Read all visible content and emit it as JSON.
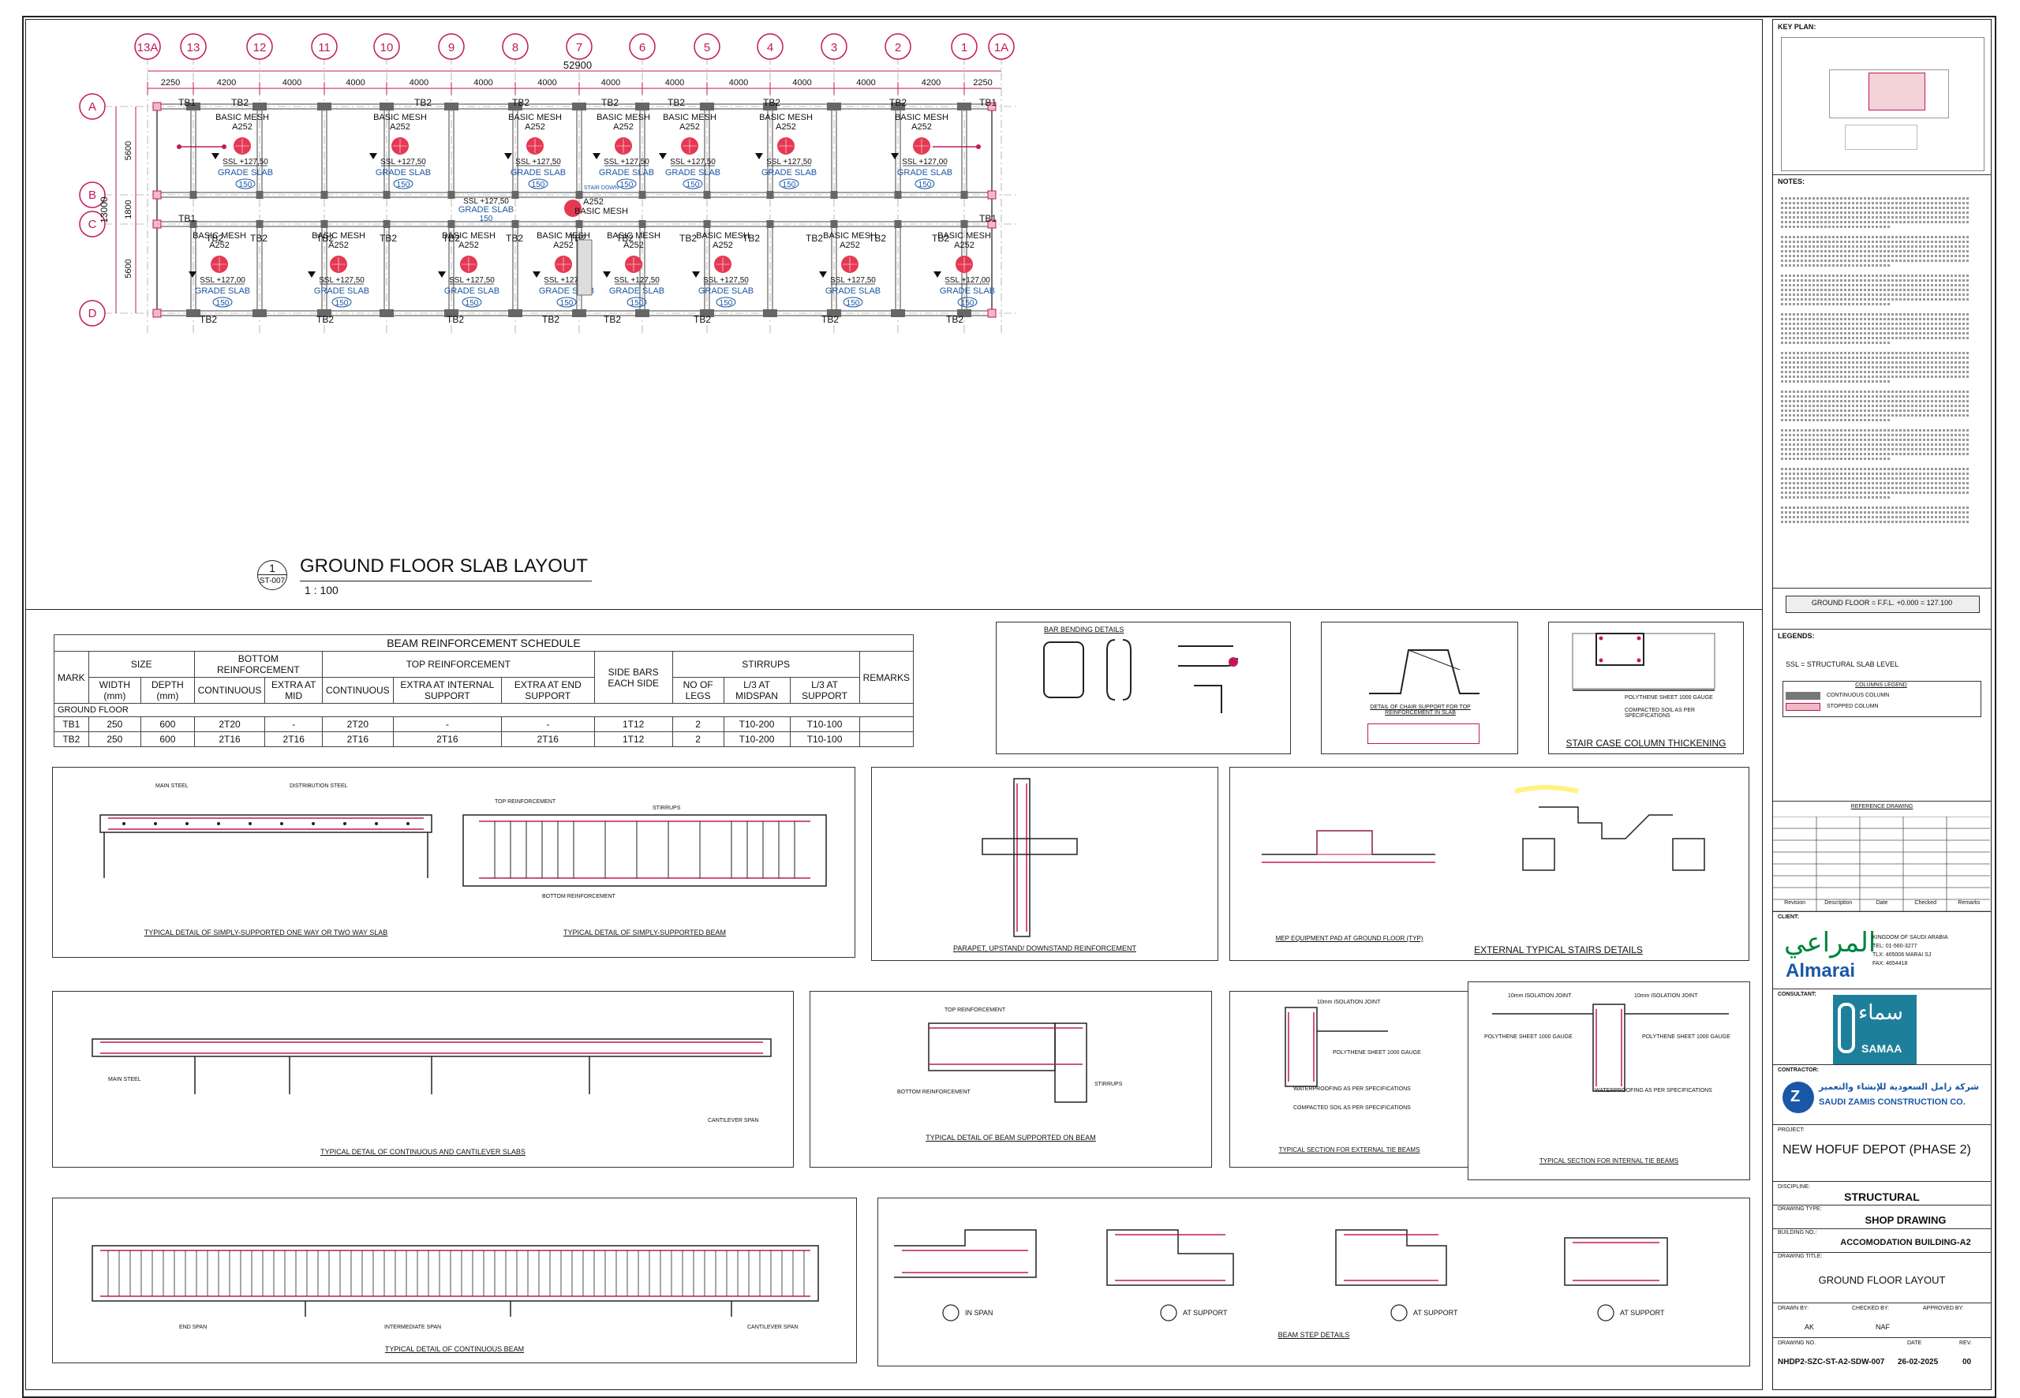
{
  "plan": {
    "grid_cols": [
      "13A",
      "13",
      "12",
      "11",
      "10",
      "9",
      "8",
      "7",
      "6",
      "5",
      "4",
      "3",
      "2",
      "1",
      "1A"
    ],
    "grid_rows": [
      "A",
      "B",
      "C",
      "D"
    ],
    "overall_dim": "52900",
    "col_dims": [
      "2250",
      "4200",
      "4000",
      "4000",
      "4000",
      "4000",
      "4000",
      "4000",
      "4000",
      "4000",
      "4000",
      "4000",
      "4200",
      "2250"
    ],
    "row_dims": [
      "5600",
      "1800",
      "5600"
    ],
    "total_row_dim": "13000",
    "title_no": "1",
    "title_ref": "ST-007",
    "title": "GROUND FLOOR SLAB LAYOUT",
    "scale": "1 : 100",
    "beams": {
      "tb1": "TB1",
      "tb2": "TB2"
    },
    "slab_label_top": "BASIC MESH",
    "slab_mesh": "A252",
    "slab_grade": "GRADE SLAB",
    "slab_thk": "150",
    "ssl_values": {
      "a": "SSL +127,50",
      "b": "SSL +127,00"
    },
    "stair": "STAIR DOWN"
  },
  "schedule": {
    "title": "BEAM REINFORCEMENT SCHEDULE",
    "headers": {
      "mark": "MARK",
      "size": "SIZE",
      "width": "WIDTH (mm)",
      "depth": "DEPTH (mm)",
      "bottom": "BOTTOM REINFORCEMENT",
      "continuous": "CONTINUOUS",
      "extra_mid": "EXTRA AT MID",
      "top": "TOP REINFORCEMENT",
      "top_cont": "CONTINUOUS",
      "extra_int": "EXTRA AT INTERNAL SUPPORT",
      "extra_end": "EXTRA AT END SUPPORT",
      "side": "SIDE BARS EACH SIDE",
      "stirrups": "STIRRUPS",
      "legs": "NO OF LEGS",
      "l3mid": "L/3 AT MIDSPAN",
      "l3sup": "L/3 AT SUPPORT",
      "remarks": "REMARKS"
    },
    "group": "GROUND FLOOR",
    "rows": [
      [
        "TB1",
        "250",
        "600",
        "2T20",
        "-",
        "2T20",
        "-",
        "-",
        "1T12",
        "2",
        "T10-200",
        "T10-100",
        ""
      ],
      [
        "TB2",
        "250",
        "600",
        "2T16",
        "2T16",
        "2T16",
        "2T16",
        "2T16",
        "1T12",
        "2",
        "T10-200",
        "T10-100",
        ""
      ]
    ]
  },
  "details": {
    "d1": "TYPICAL DETAIL OF SIMPLY-SUPPORTED ONE WAY OR TWO WAY SLAB",
    "d2": "TYPICAL DETAIL OF SIMPLY-SUPPORTED BEAM",
    "d3": "PARAPET, UPSTAND/ DOWNSTAND REINFORCEMENT",
    "d4": "MEP EQUIPMENT PAD AT GROUND FLOOR (TYP)",
    "d5": "EXTERNAL TYPICAL STAIRS DETAILS",
    "d6": "TYPICAL DETAIL OF CONTINUOUS AND CANTILEVER SLABS",
    "d7": "TYPICAL DETAIL OF BEAM SUPPORTED ON BEAM",
    "d8": "TYPICAL SECTION FOR EXTERNAL TIE BEAMS",
    "d9": "TYPICAL SECTION FOR INTERNAL TIE BEAMS",
    "d10": "TYPICAL DETAIL OF CONTINUOUS BEAM",
    "d11": "BEAM STEP DETAILS",
    "d12": "STAIR CASE COLUMN THICKENING",
    "d13": "DETAIL OF CHAIR SUPPORT FOR TOP REINFORCEMENT IN SLAB",
    "d14": "BAR BENDING DETAILS",
    "step_a": "IN SPAN",
    "step_b": "AT SUPPORT",
    "step_c": "AT SUPPORT",
    "step_d": "AT SUPPORT",
    "bot_reinf": "BOTTOM REINFORCEMENT",
    "top_reinf": "TOP REINFORCEMENT",
    "stirrups": "STIRRUPS",
    "main_steel": "MAIN STEEL",
    "dist_steel": "DISTRIBUTION STEEL",
    "end_span": "END SPAN",
    "int_span": "INTERMEDIATE SPAN",
    "cant_span": "CANTILEVER SPAN",
    "polythene": "POLYTHENE SHEET 1000 GAUGE",
    "compacted": "COMPACTED SOIL AS PER SPECIFICATIONS",
    "waterproof": "WATERPROOFING AS PER SPECIFICATIONS",
    "iso_joint": "10mm ISOLATION JOINT"
  },
  "titleblock": {
    "key_plan": "KEY PLAN:",
    "notes": "NOTES:",
    "ground_floor": "GROUND FLOOR = F.F.L. +0.000 = 127.100",
    "legends": "LEGENDS:",
    "ssl_legend": "SSL = STRUCTURAL SLAB LEVEL",
    "columns_legend": "COLUMNS LEGEND",
    "cont_col": "CONTINUOUS COLUMN",
    "stop_col": "STOPPED COLUMN",
    "ref_drawing": "REFERENCE DRAWING",
    "rev_headers": [
      "Revision",
      "Description",
      "Date",
      "Checked",
      "Remarks"
    ],
    "client": "CLIENT:",
    "almarai_ar": "المراعي",
    "almarai_en": "Almarai",
    "client_addr": [
      "KINGDOM OF SAUDI ARABIA",
      "TEL: 01-560-3277",
      "TLX: 405006 MARAI SJ",
      "FAX: 4654418"
    ],
    "consultant": "CONSULTANT:",
    "samaa_ar": "سماء",
    "samaa_en": "SAMAA",
    "contractor": "CONTRACTOR:",
    "contractor_ar": "شركة زامل السعودية للإنشاء والتعمير",
    "contractor_en": "SAUDI ZAMIS CONSTRUCTION CO.",
    "project_lbl": "PROJECT:",
    "project": "NEW HOFUF DEPOT (PHASE 2)",
    "discipline_lbl": "DISCIPLINE:",
    "discipline": "STRUCTURAL",
    "dtype_lbl": "DRAWING TYPE:",
    "dtype": "SHOP DRAWING",
    "bldg_lbl": "BUILDING NO.:",
    "bldg": "ACCOMODATION BUILDING-A2",
    "dtitle_lbl": "DRAWING TITLE:",
    "dtitle": "GROUND FLOOR LAYOUT",
    "drawn_lbl": "DRAWN BY:",
    "checked_lbl": "CHECKED BY:",
    "approved_lbl": "APPROVED BY:",
    "drawn": "AK",
    "checked": "NAF",
    "dno_lbl": "DRAWING NO.",
    "date_lbl": "DATE",
    "rev_lbl": "REV.",
    "dno": "NHDP2-SZC-ST-A2-SDW-007",
    "date": "26-02-2025",
    "rev": "00"
  }
}
